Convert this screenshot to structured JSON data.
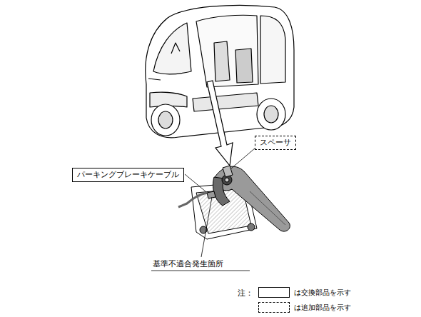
{
  "diagram": {
    "nodes": [
      {
        "text": [
          "スペーサ"
        ]
      },
      {
        "text": [
          "パーキングブレーキケーブル"
        ]
      }
    ],
    "edges": [],
    "labels": [
      "基準不適合発生箇所",
      "注："
    ],
    "legend": [
      {
        "text": "は交換部品を示す"
      },
      {
        "text": "は追加部品を示す"
      }
    ]
  }
}
